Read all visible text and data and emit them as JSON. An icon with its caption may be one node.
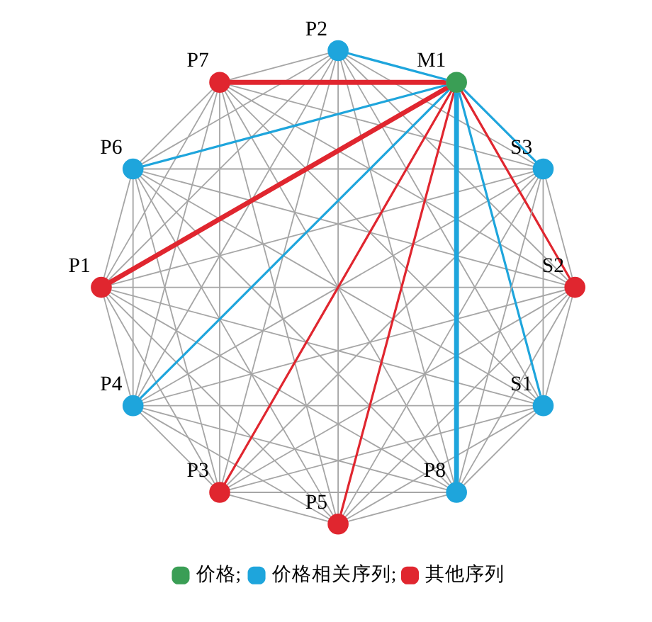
{
  "diagram": {
    "nodes": [
      {
        "text": [
          "S1"
        ]
      },
      {
        "text": [
          "S2"
        ]
      },
      {
        "text": [
          "P5"
        ]
      },
      {
        "text": [
          "P3"
        ]
      },
      {
        "text": [
          "P4"
        ]
      },
      {
        "text": [
          "P1"
        ]
      },
      {
        "text": [
          "P6"
        ]
      },
      {
        "text": [
          "P7"
        ]
      },
      {
        "text": [
          "P2"
        ]
      },
      {
        "text": [
          "M1"
        ]
      },
      {
        "text": [
          "S3"
        ]
      },
      {
        "text": [
          "P8"
        ]
      }
    ],
    "edges": [
      {
        "from": 9,
        "to": 0,
        "arrow": "none",
        "color": "#1ea5dc"
      },
      {
        "from": 9,
        "to": 1,
        "arrow": "none",
        "color": "#e0262f"
      },
      {
        "from": 9,
        "to": 2,
        "arrow": "none",
        "color": "#e0262f"
      },
      {
        "from": 9,
        "to": 3,
        "arrow": "none",
        "color": "#e0262f"
      },
      {
        "from": 9,
        "to": 4,
        "arrow": "none",
        "color": "#1ea5dc"
      },
      {
        "from": 9,
        "to": 5,
        "arrow": "none",
        "style": "thick",
        "color": "#e0262f"
      },
      {
        "from": 9,
        "to": 6,
        "arrow": "none",
        "color": "#1ea5dc"
      },
      {
        "from": 9,
        "to": 7,
        "arrow": "none",
        "style": "thick",
        "color": "#e0262f"
      },
      {
        "from": 9,
        "to": 8,
        "arrow": "none",
        "color": "#1ea5dc"
      },
      {
        "from": 9,
        "to": 10,
        "arrow": "none",
        "color": "#1ea5dc"
      },
      {
        "from": 9,
        "to": 11,
        "arrow": "none",
        "style": "thick",
        "color": "#1ea5dc"
      },
      {
        "from": 0,
        "to": 1,
        "arrow": "none"
      },
      {
        "from": 0,
        "to": 2,
        "arrow": "none"
      },
      {
        "from": 0,
        "to": 3,
        "arrow": "none"
      },
      {
        "from": 0,
        "to": 4,
        "arrow": "none"
      },
      {
        "from": 0,
        "to": 5,
        "arrow": "none"
      },
      {
        "from": 0,
        "to": 6,
        "arrow": "none"
      },
      {
        "from": 0,
        "to": 7,
        "arrow": "none"
      },
      {
        "from": 0,
        "to": 8,
        "arrow": "none"
      },
      {
        "from": 0,
        "to": 10,
        "arrow": "none"
      },
      {
        "from": 0,
        "to": 11,
        "arrow": "none"
      },
      {
        "from": 1,
        "to": 2,
        "arrow": "none"
      },
      {
        "from": 1,
        "to": 3,
        "arrow": "none"
      },
      {
        "from": 1,
        "to": 4,
        "arrow": "none"
      },
      {
        "from": 1,
        "to": 5,
        "arrow": "none"
      },
      {
        "from": 1,
        "to": 6,
        "arrow": "none"
      },
      {
        "from": 1,
        "to": 7,
        "arrow": "none"
      },
      {
        "from": 1,
        "to": 8,
        "arrow": "none"
      },
      {
        "from": 1,
        "to": 10,
        "arrow": "none"
      },
      {
        "from": 1,
        "to": 11,
        "arrow": "none"
      },
      {
        "from": 2,
        "to": 3,
        "arrow": "none"
      },
      {
        "from": 2,
        "to": 4,
        "arrow": "none"
      },
      {
        "from": 2,
        "to": 5,
        "arrow": "none"
      },
      {
        "from": 2,
        "to": 6,
        "arrow": "none"
      },
      {
        "from": 2,
        "to": 7,
        "arrow": "none"
      },
      {
        "from": 2,
        "to": 8,
        "arrow": "none"
      },
      {
        "from": 2,
        "to": 10,
        "arrow": "none"
      },
      {
        "from": 2,
        "to": 11,
        "arrow": "none"
      },
      {
        "from": 3,
        "to": 4,
        "arrow": "none"
      },
      {
        "from": 3,
        "to": 5,
        "arrow": "none"
      },
      {
        "from": 3,
        "to": 6,
        "arrow": "none"
      },
      {
        "from": 3,
        "to": 7,
        "arrow": "none"
      },
      {
        "from": 3,
        "to": 8,
        "arrow": "none"
      },
      {
        "from": 3,
        "to": 10,
        "arrow": "none"
      },
      {
        "from": 3,
        "to": 11,
        "arrow": "none"
      },
      {
        "from": 4,
        "to": 5,
        "arrow": "none"
      },
      {
        "from": 4,
        "to": 6,
        "arrow": "none"
      },
      {
        "from": 4,
        "to": 7,
        "arrow": "none"
      },
      {
        "from": 4,
        "to": 8,
        "arrow": "none"
      },
      {
        "from": 4,
        "to": 10,
        "arrow": "none"
      },
      {
        "from": 4,
        "to": 11,
        "arrow": "none"
      },
      {
        "from": 5,
        "to": 6,
        "arrow": "none"
      },
      {
        "from": 5,
        "to": 7,
        "arrow": "none"
      },
      {
        "from": 5,
        "to": 8,
        "arrow": "none"
      },
      {
        "from": 5,
        "to": 10,
        "arrow": "none"
      },
      {
        "from": 5,
        "to": 11,
        "arrow": "none"
      },
      {
        "from": 6,
        "to": 7,
        "arrow": "none"
      },
      {
        "from": 6,
        "to": 8,
        "arrow": "none"
      },
      {
        "from": 6,
        "to": 10,
        "arrow": "none"
      },
      {
        "from": 6,
        "to": 11,
        "arrow": "none"
      },
      {
        "from": 7,
        "to": 8,
        "arrow": "none"
      },
      {
        "from": 7,
        "to": 10,
        "arrow": "none"
      },
      {
        "from": 7,
        "to": 11,
        "arrow": "none"
      },
      {
        "from": 8,
        "to": 10,
        "arrow": "none"
      },
      {
        "from": 8,
        "to": 11,
        "arrow": "none"
      },
      {
        "from": 10,
        "to": 11,
        "arrow": "none"
      }
    ],
    "legend": [
      {
        "text": "价格;",
        "color": "#3a9e55"
      },
      {
        "text": "价格相关序列;",
        "color": "#1ea5dc"
      },
      {
        "text": "其他序列",
        "color": "#e0262f"
      }
    ]
  }
}
